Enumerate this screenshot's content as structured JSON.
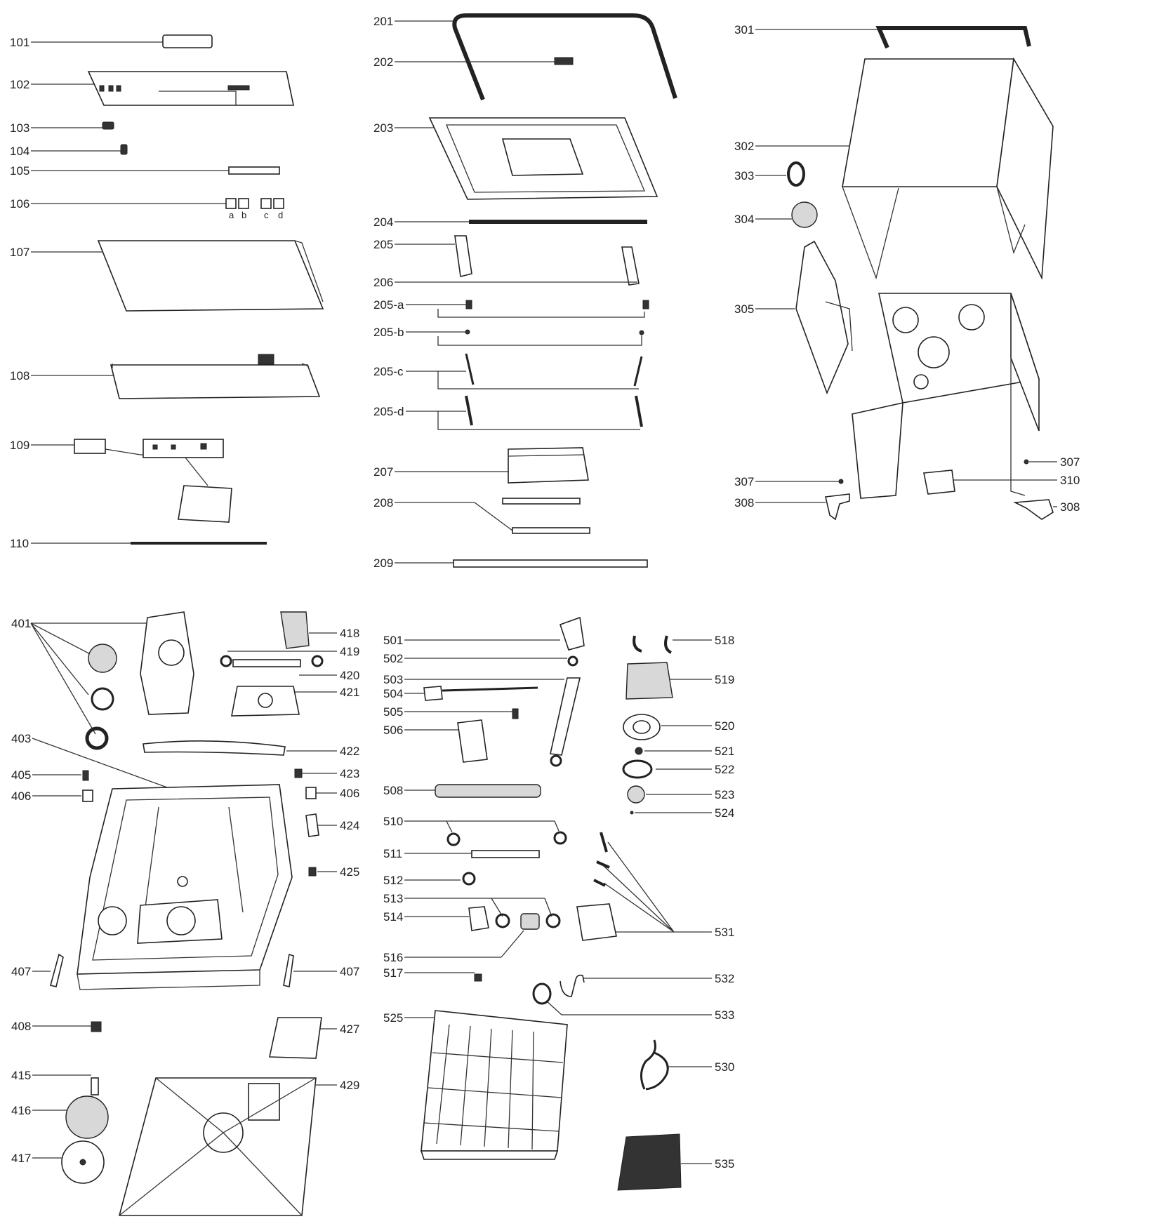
{
  "diagram": {
    "callouts_group1": [
      "101",
      "102",
      "103",
      "104",
      "105",
      "106",
      "107",
      "108",
      "109",
      "110"
    ],
    "sub_labels_106": [
      "a",
      "b",
      "c",
      "d"
    ],
    "callouts_group2": [
      "201",
      "202",
      "203",
      "204",
      "205",
      "206",
      "205-a",
      "205-b",
      "205-c",
      "205-d",
      "207",
      "208",
      "209"
    ],
    "callouts_group3": [
      "301",
      "302",
      "303",
      "304",
      "305",
      "307",
      "307",
      "310",
      "308",
      "308"
    ],
    "callouts_group4_left": [
      "401",
      "403",
      "405",
      "406",
      "407",
      "408",
      "415",
      "416",
      "417"
    ],
    "callouts_group4_right": [
      "418",
      "419",
      "420",
      "421",
      "422",
      "423",
      "406",
      "424",
      "425",
      "407",
      "427",
      "429"
    ],
    "callouts_group5_left": [
      "501",
      "502",
      "503",
      "504",
      "505",
      "506",
      "508",
      "510",
      "511",
      "512",
      "513",
      "514",
      "516",
      "517",
      "525"
    ],
    "callouts_group5_right": [
      "518",
      "519",
      "520",
      "521",
      "522",
      "523",
      "524",
      "531",
      "532",
      "533",
      "530",
      "535"
    ]
  }
}
